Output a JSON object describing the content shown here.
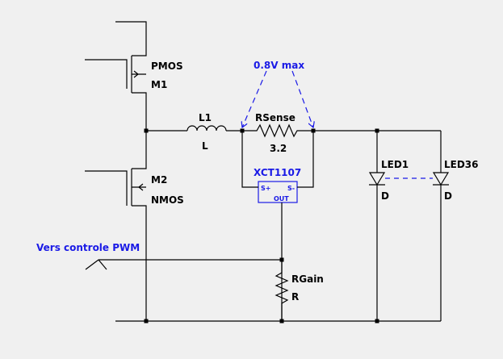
{
  "components": {
    "pmos": {
      "type": "PMOS",
      "ref": "M1"
    },
    "nmos": {
      "type": "NMOS",
      "ref": "M2"
    },
    "inductor": {
      "ref": "L1",
      "value": "L"
    },
    "rsense": {
      "ref": "RSense",
      "value": "3.2"
    },
    "ic": {
      "ref": "XCT1107",
      "pin_plus": "S+",
      "pin_minus": "S-",
      "pin_out": "OUT"
    },
    "rgain": {
      "ref": "RGain",
      "value": "R"
    },
    "led1": {
      "ref": "LED1",
      "value": "D"
    },
    "led36": {
      "ref": "LED36",
      "value": "D"
    }
  },
  "annotations": {
    "voltage_note": "0.8V max",
    "pwm_note": "Vers controle PWM"
  },
  "colors": {
    "wire": "#000000",
    "annotation": "#1a1ae6",
    "background": "#f0f0f0"
  }
}
